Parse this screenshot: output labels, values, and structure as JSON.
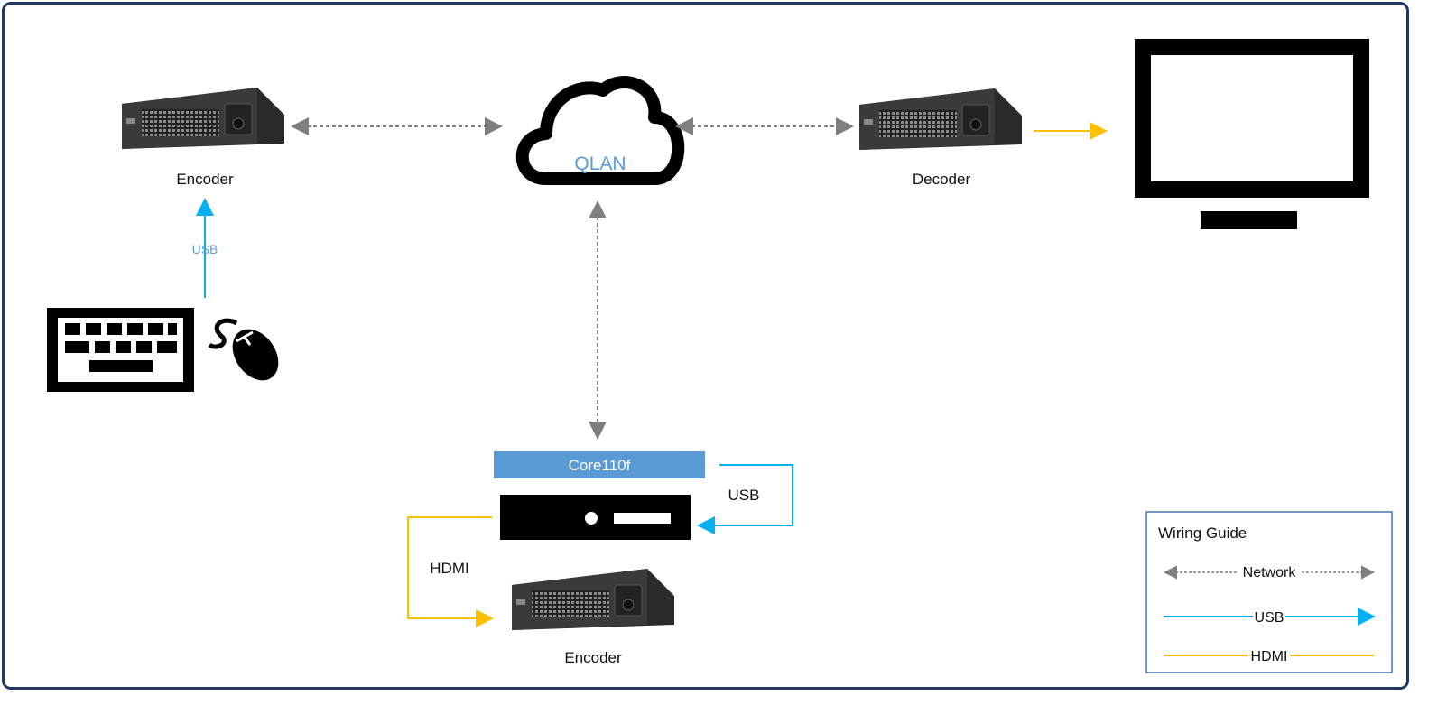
{
  "devices": {
    "encoder_top": "Encoder",
    "decoder": "Decoder",
    "encoder_bottom": "Encoder",
    "core": "Core110f",
    "network": "QLAN"
  },
  "connections": {
    "usb_keyboard": "USB",
    "usb_core": "USB",
    "hdmi_core": "HDMI"
  },
  "legend": {
    "title": "Wiring Guide",
    "items": [
      {
        "label": "Network",
        "color": "#7f7f7f",
        "style": "dashed-bidirectional"
      },
      {
        "label": "USB",
        "color": "#00b0f0",
        "style": "solid-arrow"
      },
      {
        "label": "HDMI",
        "color": "#ffc000",
        "style": "solid"
      }
    ]
  },
  "colors": {
    "frame": "#1f3864",
    "network": "#7f7f7f",
    "usb": "#00b0f0",
    "hdmi": "#ffc000",
    "core_bar": "#5b9bd5",
    "qlan_text": "#5b9bd5"
  },
  "icons": [
    "encoder-device",
    "decoder-device",
    "cloud-icon",
    "monitor-icon",
    "keyboard-icon",
    "mouse-icon",
    "server-icon"
  ]
}
